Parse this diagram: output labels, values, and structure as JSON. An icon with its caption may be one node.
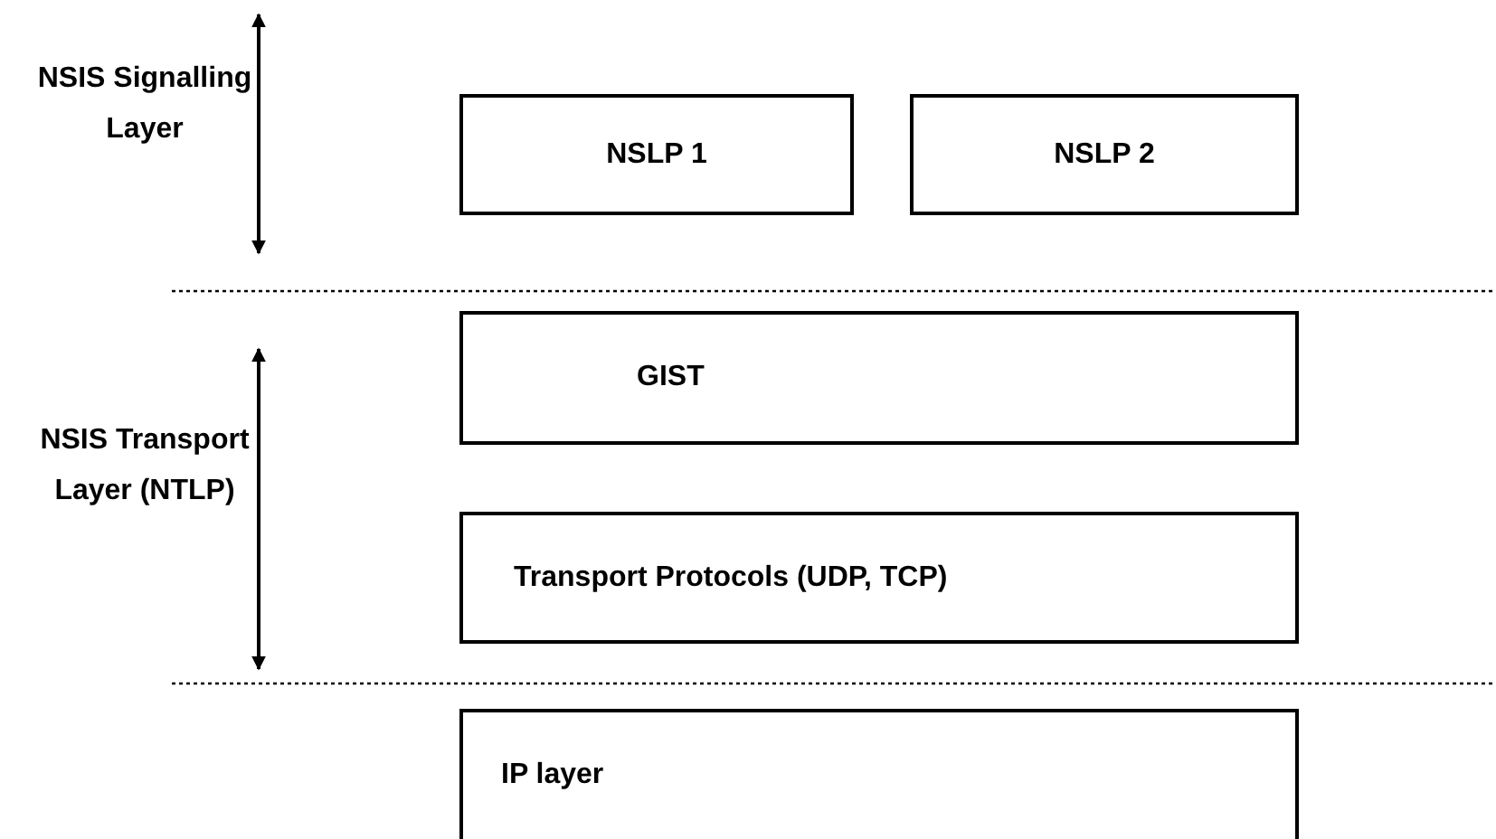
{
  "diagram": {
    "nodes": [
      {
        "text": [
          "NSLP 1"
        ]
      },
      {
        "text": [
          "NSLP 2"
        ]
      },
      {
        "text": [
          "GIST"
        ]
      },
      {
        "text": [
          "Transport Protocols (UDP, TCP)"
        ]
      },
      {
        "text": [
          "IP layer"
        ]
      }
    ],
    "labels": [
      "NSIS Signalling Layer",
      "NSIS Transport Layer (NTLP)"
    ]
  }
}
